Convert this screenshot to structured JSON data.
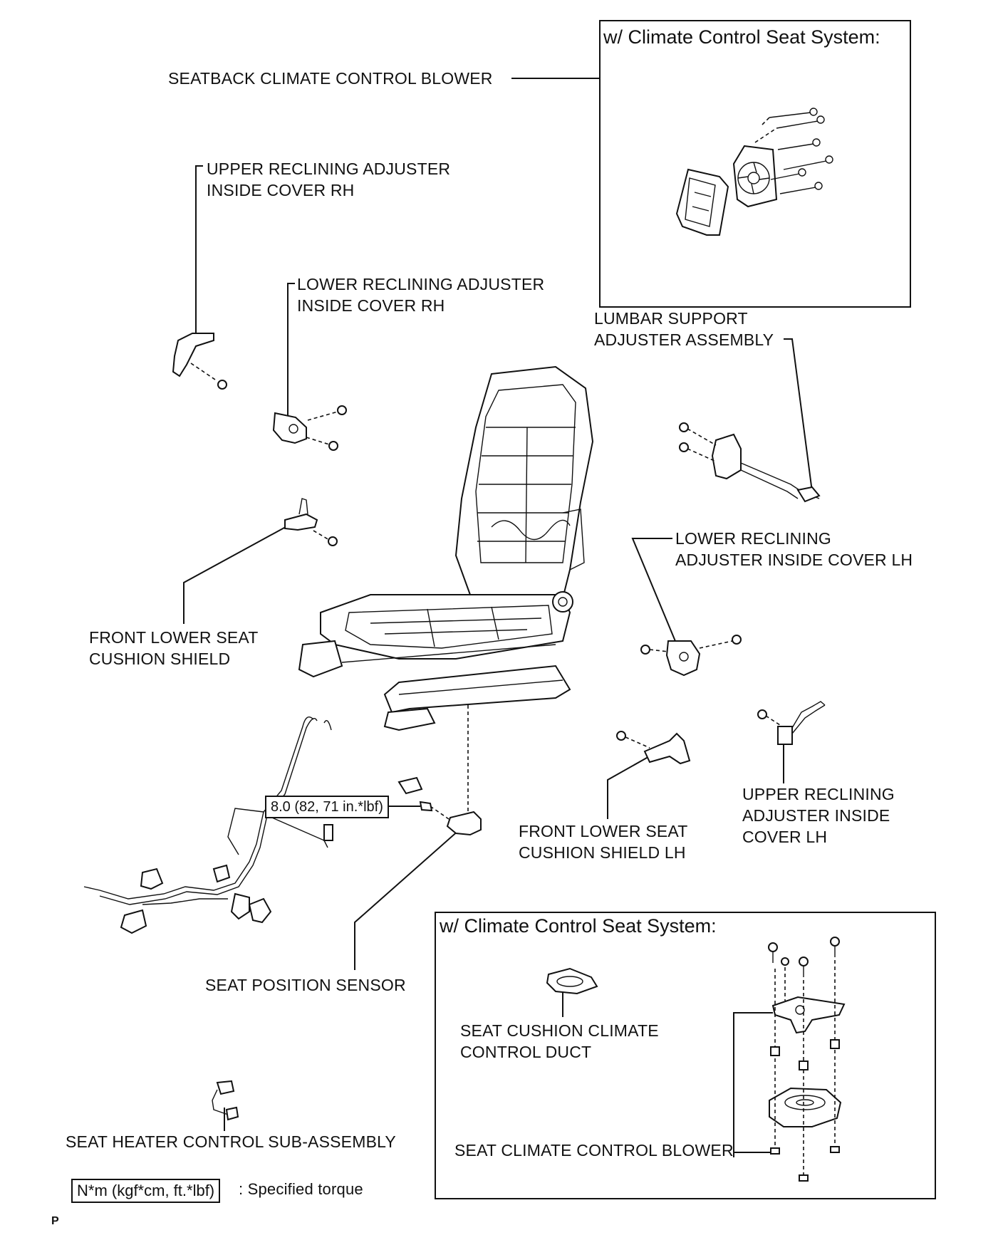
{
  "boxes": {
    "top_title": "w/ Climate Control Seat System:",
    "bottom_title": "w/ Climate Control Seat System:"
  },
  "labels": {
    "seatback_blower": "SEATBACK CLIMATE CONTROL BLOWER",
    "upper_reclining_rh": "UPPER RECLINING ADJUSTER\nINSIDE COVER RH",
    "lower_reclining_rh": "LOWER RECLINING ADJUSTER\nINSIDE COVER RH",
    "lumbar_support": "LUMBAR SUPPORT\nADJUSTER ASSEMBLY",
    "lower_reclining_lh": "LOWER RECLINING\nADJUSTER INSIDE COVER LH",
    "front_lower_shield": "FRONT LOWER SEAT\nCUSHION SHIELD",
    "front_lower_shield_lh": "FRONT LOWER SEAT\nCUSHION SHIELD LH",
    "upper_reclining_lh": "UPPER RECLINING\nADJUSTER INSIDE\nCOVER LH",
    "seat_position_sensor": "SEAT POSITION SENSOR",
    "seat_cushion_duct": "SEAT CUSHION CLIMATE\nCONTROL DUCT",
    "seat_heater_control": "SEAT HEATER CONTROL SUB-ASSEMBLY",
    "seat_climate_blower": "SEAT CLIMATE CONTROL BLOWER"
  },
  "torque": {
    "value": "8.0 (82, 71 in.*lbf)"
  },
  "legend": {
    "key": "N*m (kgf*cm, ft.*lbf)",
    "description": ": Specified torque"
  },
  "footer": {
    "mark": "P"
  }
}
